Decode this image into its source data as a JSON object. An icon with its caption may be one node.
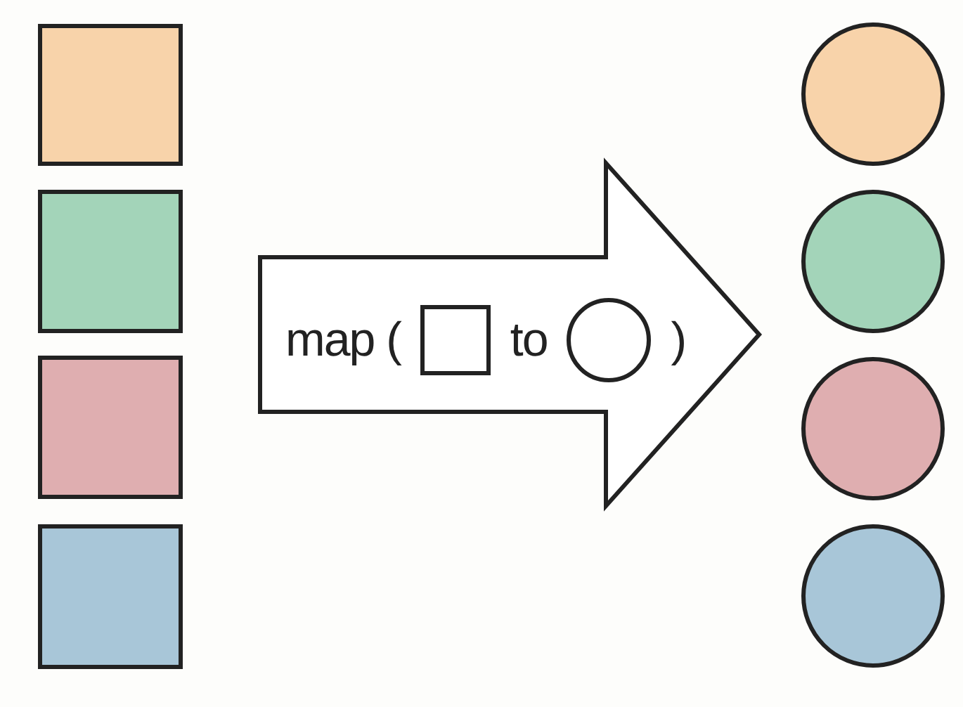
{
  "diagram": {
    "nodes": [
      {
        "text": [],
        "shape": "box"
      },
      {
        "text": [],
        "shape": "box"
      },
      {
        "text": [],
        "shape": "box"
      },
      {
        "text": [],
        "shape": "box"
      },
      {
        "text": [],
        "shape": "circle"
      },
      {
        "text": [],
        "shape": "circle"
      },
      {
        "text": [],
        "shape": "circle"
      },
      {
        "text": [],
        "shape": "circle"
      },
      {
        "text": [
          "map (",
          "to",
          ")"
        ]
      },
      {
        "text": [],
        "shape": "box",
        "in": 8
      },
      {
        "text": [],
        "shape": "circle",
        "in": 8
      }
    ]
  }
}
